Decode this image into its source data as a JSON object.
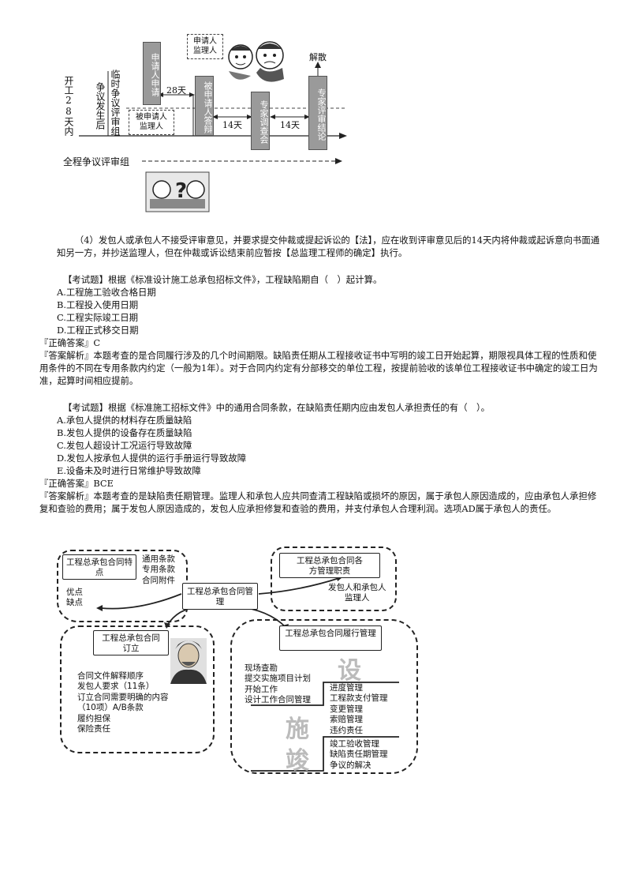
{
  "diagram1": {
    "start_label": "开工28天内",
    "temp_group_label": "争议发生后",
    "temp_group_label2": "临时争议评审组",
    "applicant_box": "申请人申请",
    "days_28": "28天",
    "dashed_top": [
      "申请人",
      "监理人"
    ],
    "respondent_box": "被申请人答辩",
    "dashed_bottom": [
      "被申请人",
      "监理人"
    ],
    "expert_survey_box": "专家调查会",
    "days_14a": "14天",
    "days_14b": "14天",
    "expert_conclusion_box": "专家评审结论",
    "dissolve_label": "解散",
    "full_group_label": "全程争议评审组"
  },
  "paragraph4": "（4）发包人或承包人不接受评审意见，并要求提交仲裁或提起诉讼的【法】，应在收到评审意见后的14天内将仲裁或起诉意向书面通知另一方，并抄送监理人，但在仲裁或诉讼结束前应暂按【总监理工程师的确定】执行。",
  "question1": {
    "stem": "【考试题】根据《标准设计施工总承包招标文件》，工程缺陷期自（　）起计算。",
    "options": [
      "A.工程施工验收合格日期",
      "B.工程投入使用日期",
      "C.工程实际竣工日期",
      "D.工程正式移交日期"
    ],
    "answer": "『正确答案』C",
    "analysis": "『答案解析』本题考查的是合同履行涉及的几个时间期限。缺陷责任期从工程接收证书中写明的竣工日开始起算，期限视具体工程的性质和使用条件的不同在专用条款内约定（一般为1年）。对于合同内约定有分部移交的单位工程，按提前验收的该单位工程接收证书中确定的竣工日为准，起算时间相应提前。"
  },
  "question2": {
    "stem": "【考试题】根据《标准施工招标文件》中的通用合同条款，在缺陷责任期内应由发包人承担责任的有（　）。",
    "options": [
      "A.承包人提供的材料存在质量缺陷",
      "B.发包人提供的设备存在质量缺陷",
      "C.发包人超设计工况运行导致故障",
      "D.发包人按承包人提供的运行手册运行导致故障",
      "E.设备未及时进行日常维护导致故障"
    ],
    "answer": "『正确答案』BCE",
    "analysis": "『答案解析』本题考查的是缺陷责任期管理。监理人和承包人应共同查清工程缺陷或损坏的原因，属于承包人原因造成的，应由承包人承担修复和查验的费用；属于发包人原因造成的，发包人应承担修复和查验的费用，并支付承包人合理利润。选项AD属于承包人的责任。"
  },
  "diagram2": {
    "features_box": "工程总承包合同特点",
    "general_terms": [
      "通用条款",
      "专用条款",
      "合同附件"
    ],
    "pros_cons": [
      "优点",
      "缺点"
    ],
    "center_box": "工程总承包合同管理",
    "duties_box": "工程总承包合同各方管理职责",
    "parties": [
      "发包人和承包人",
      "监理人"
    ],
    "signing_box": "工程总承包合同订立",
    "signing_items": [
      "合同文件解释顺序",
      "发包人要求（11条）",
      "订立合同需要明确的内容",
      "（10项）A/B条款",
      "履约担保",
      "保险责任"
    ],
    "performance_box": "工程总承包合同履行管理",
    "site_items": [
      "现场查勘",
      "提交实施项目计划",
      "开始工作",
      "设计工作合同管理"
    ],
    "mid_items": [
      "进度管理",
      "工程款支付管理",
      "变更管理",
      "索赔管理",
      "违约责任"
    ],
    "end_items": [
      "竣工验收管理",
      "缺陷责任期管理",
      "争议的解决"
    ],
    "watermark_top": "设",
    "watermark_mid": "施",
    "watermark_bottom": "竣"
  }
}
